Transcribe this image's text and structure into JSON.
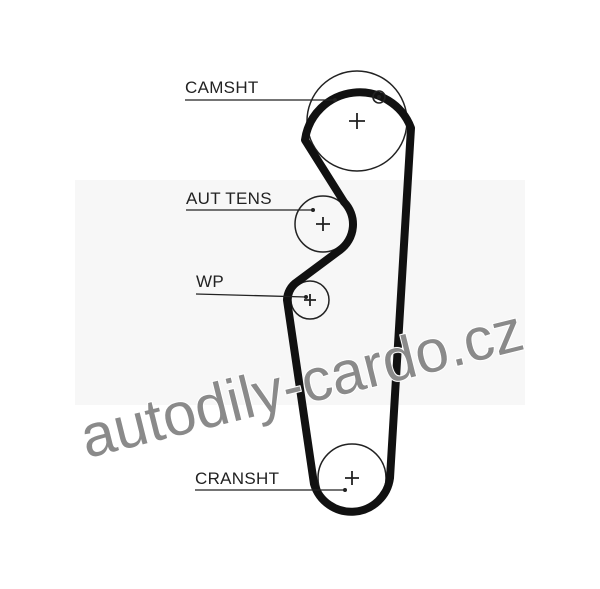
{
  "labels": {
    "camshaft": "CAMSHT",
    "tensioner": "AUT TENS",
    "water_pump": "WP",
    "crankshaft": "CRANSHT"
  },
  "watermark": "autodily-cardo.cz",
  "colors": {
    "belt": "#111111",
    "watermark": "#8a8a8a"
  }
}
